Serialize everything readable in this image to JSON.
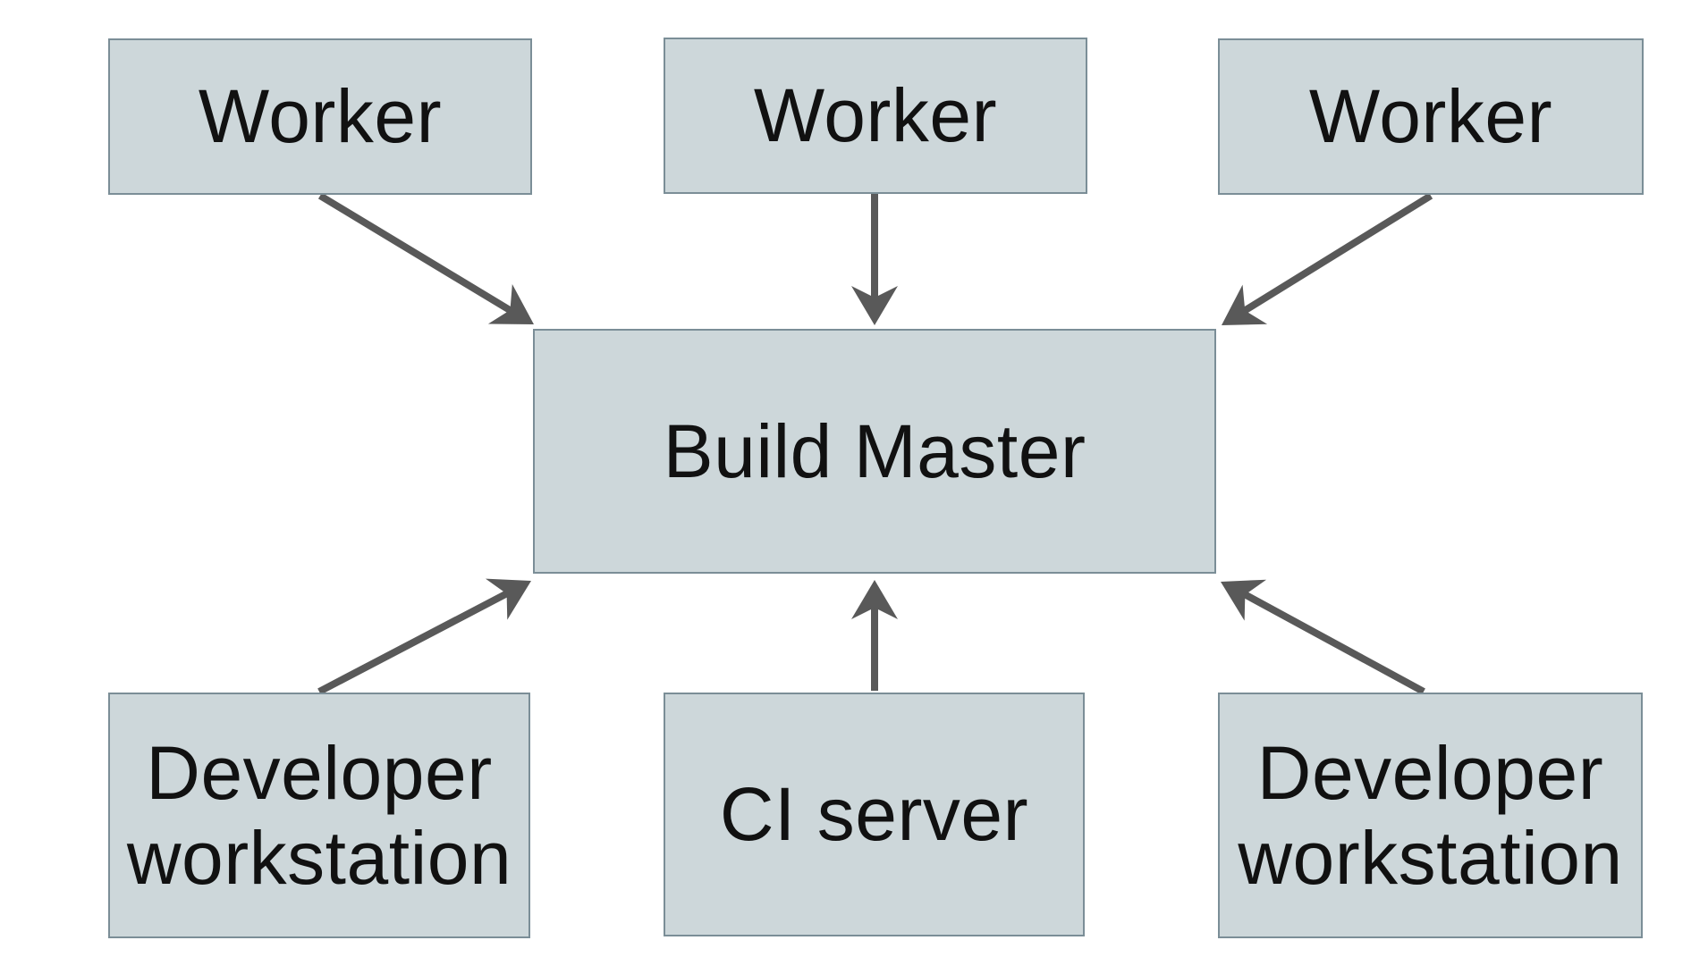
{
  "diagram": {
    "title": "",
    "nodes": [
      {
        "id": "worker-1",
        "label": "Worker"
      },
      {
        "id": "worker-2",
        "label": "Worker"
      },
      {
        "id": "worker-3",
        "label": "Worker"
      },
      {
        "id": "build-master",
        "label": "Build Master"
      },
      {
        "id": "developer-workstation-1",
        "label": "Developer workstation"
      },
      {
        "id": "ci-server",
        "label": "CI server"
      },
      {
        "id": "developer-workstation-2",
        "label": "Developer workstation"
      }
    ],
    "edges": [
      {
        "from": "worker-1",
        "to": "build-master",
        "direction": "into-build-master"
      },
      {
        "from": "worker-2",
        "to": "build-master",
        "direction": "into-build-master"
      },
      {
        "from": "worker-3",
        "to": "build-master",
        "direction": "into-build-master"
      },
      {
        "from": "developer-workstation-1",
        "to": "build-master",
        "direction": "into-build-master"
      },
      {
        "from": "ci-server",
        "to": "build-master",
        "direction": "into-build-master"
      },
      {
        "from": "developer-workstation-2",
        "to": "build-master",
        "direction": "into-build-master"
      }
    ],
    "colors": {
      "background": "#ffffff",
      "node_fill": "#cdd7da",
      "node_border": "#7b8e97",
      "arrow": "#595959",
      "text": "#111111"
    }
  }
}
